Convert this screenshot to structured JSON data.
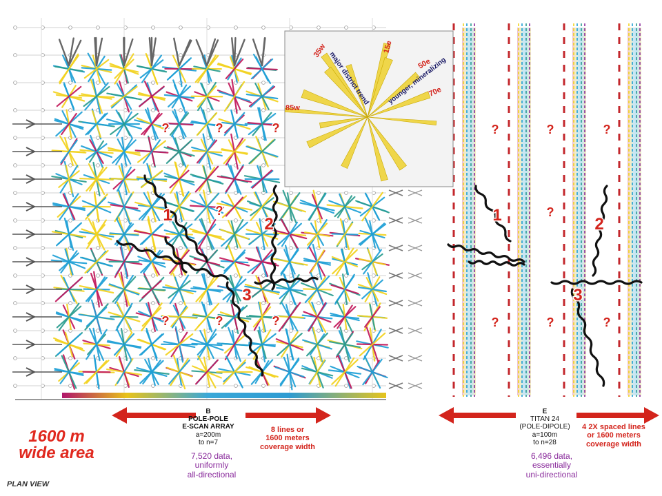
{
  "rose": {
    "labels": {
      "l35w": "35w",
      "l15e": "15e",
      "l50e": "50e",
      "l70e": "70e",
      "l85w": "85w",
      "major": "major district trend",
      "younger": "younger, mineralizing"
    }
  },
  "zones": {
    "one": "1",
    "two": "2",
    "three": "3",
    "unknown": "?"
  },
  "left_panel": {
    "letter": "B",
    "method": "POLE-POLE",
    "array": "E-SCAN ARRAY",
    "spacing": "a=200m",
    "depth": "to n=7",
    "coverage1": "8 lines or",
    "coverage2": "1600 meters",
    "coverage3": "coverage width",
    "data1": "7,520 data,",
    "data2": "uniformly",
    "data3": "all-directional"
  },
  "right_panel": {
    "letter": "E",
    "method": "TITAN 24",
    "array": "(POLE-DIPOLE)",
    "spacing": "a=100m",
    "depth": "to n=28",
    "coverage1": "4 2X spaced lines",
    "coverage2": "or 1600 meters",
    "coverage3": "coverage width",
    "data1": "6,496 data,",
    "data2": "essentially",
    "data3": "uni-directional"
  },
  "area_title": {
    "line1": "1600 m",
    "line2": "wide area"
  },
  "plan_view": "PLAN VIEW",
  "colors": {
    "red": "#e0281e",
    "blue": "#1fa0d6",
    "yellow": "#f2d21e",
    "crimson": "#c2185b",
    "purple": "#8a2c9c"
  }
}
